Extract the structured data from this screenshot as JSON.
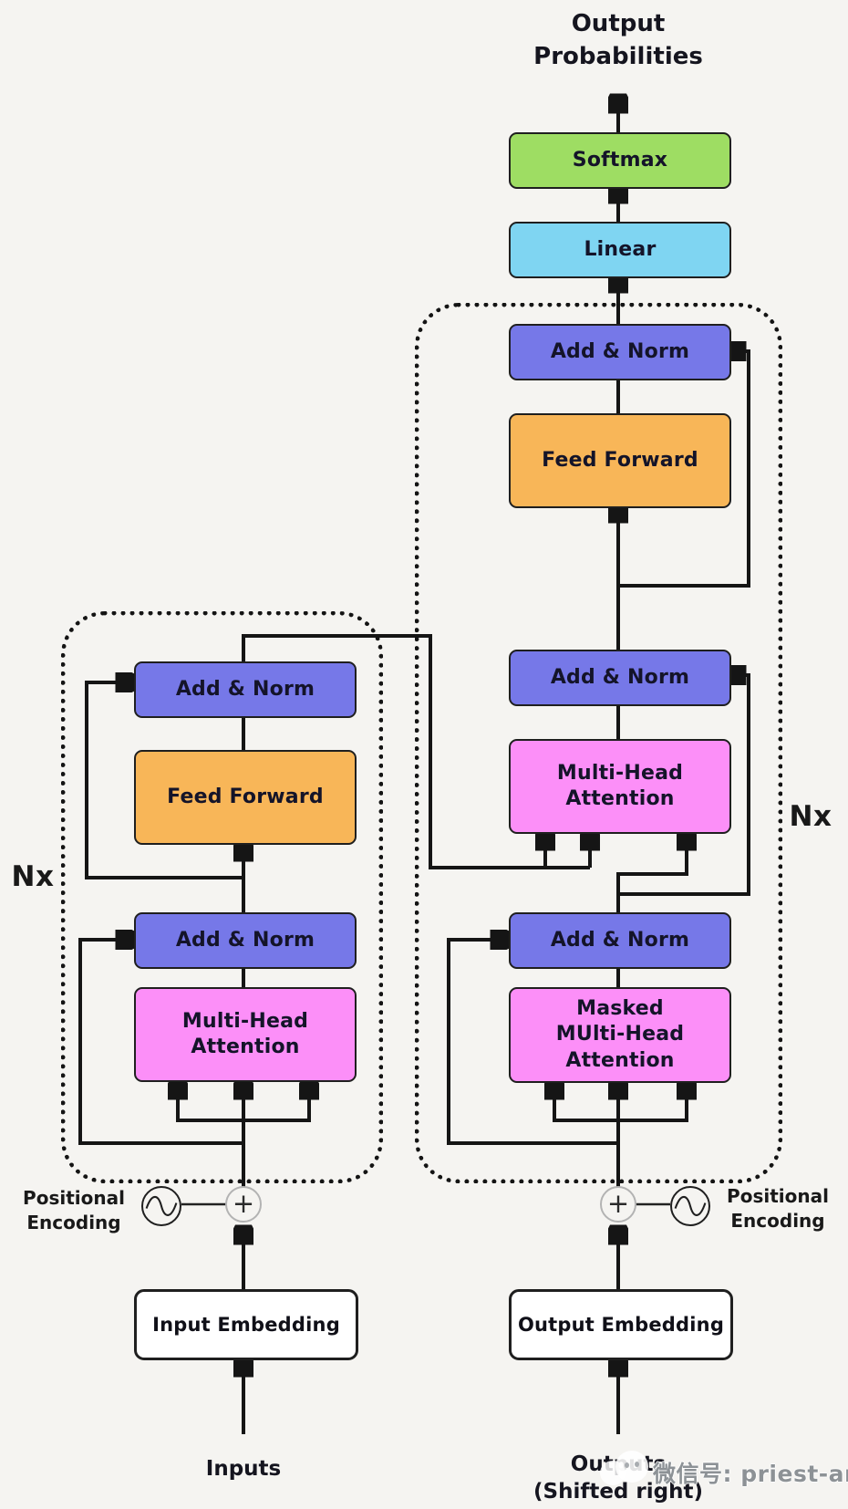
{
  "title": "Output Probabilities",
  "output_head": {
    "softmax_label": "Softmax",
    "linear_label": "Linear"
  },
  "encoder": {
    "nx_label": "Nx",
    "add_norm_top_label": "Add & Norm",
    "feed_forward_label": "Feed Forward",
    "add_norm_bottom_label": "Add & Norm",
    "attention_lines": [
      "Multi-Head",
      "Attention"
    ],
    "embedding_label": "Input Embedding",
    "inputs_label": "Inputs",
    "positional_encoding_lines": [
      "Positional",
      "Encoding"
    ],
    "plus_symbol": "+"
  },
  "decoder": {
    "nx_label": "Nx",
    "add_norm_top_label": "Add & Norm",
    "feed_forward_label": "Feed Forward",
    "add_norm_middle_label": "Add & Norm",
    "attention_lines": [
      "Multi-Head",
      "Attention"
    ],
    "add_norm_bottom_label": "Add & Norm",
    "masked_attention_lines": [
      "Masked",
      "MUlti-Head",
      "Attention"
    ],
    "embedding_label": "Output Embedding",
    "outputs_label_lines": [
      "Outputs",
      "(Shifted right)"
    ],
    "positional_encoding_lines": [
      "Positional",
      "Encoding"
    ],
    "plus_symbol": "+"
  },
  "watermark": {
    "text": "微信号: priest-arc"
  },
  "colors": {
    "background": "#f5f4f1",
    "softmax_green": "#9edd63",
    "linear_blue": "#7fd5f2",
    "add_norm_purple": "#7678e8",
    "feed_forward_orange": "#f8b658",
    "attention_pink": "#fc8ff8",
    "embedding_white": "#ffffff",
    "line_black": "#151515"
  }
}
